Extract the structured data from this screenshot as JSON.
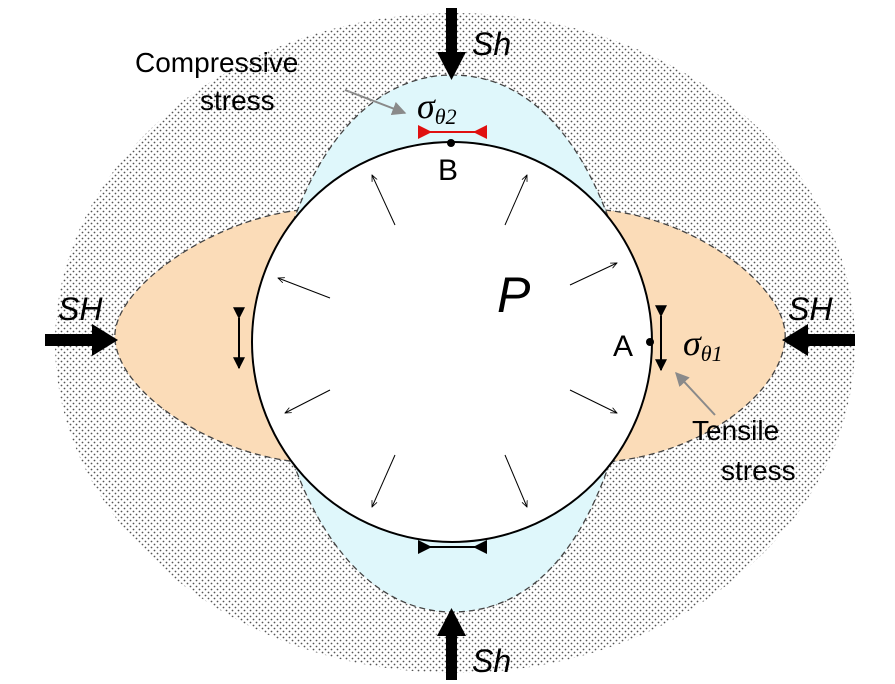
{
  "labels": {
    "sh_top": "Sh",
    "sh_bottom": "Sh",
    "sH_left": "SH",
    "sH_right": "SH",
    "pressure": "P",
    "point_a": "A",
    "point_b": "B",
    "sigma_theta1_base": "σ",
    "sigma_theta1_sub": "θ1",
    "sigma_theta2_base": "σ",
    "sigma_theta2_sub": "θ2",
    "compressive_line1": "Compressive",
    "compressive_line2": "stress",
    "tensile_line1": "Tensile",
    "tensile_line2": "stress"
  },
  "colors": {
    "compressive_zone": "#dff7fb",
    "tensile_zone": "#fbdcb8",
    "rock_dots": "#555555",
    "compressive_marker": "#e01010",
    "pointer_arrow": "#8a8a8a"
  }
}
